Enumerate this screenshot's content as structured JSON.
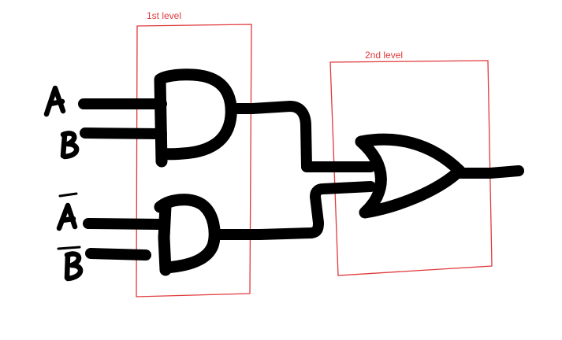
{
  "labels": {
    "level1": "1st level",
    "level2": "2nd level"
  },
  "inputs": {
    "a": "A",
    "b": "B",
    "a_not": "A",
    "b_not": "B"
  },
  "colors": {
    "ink": "#000000",
    "annotation": "#e0393c"
  }
}
